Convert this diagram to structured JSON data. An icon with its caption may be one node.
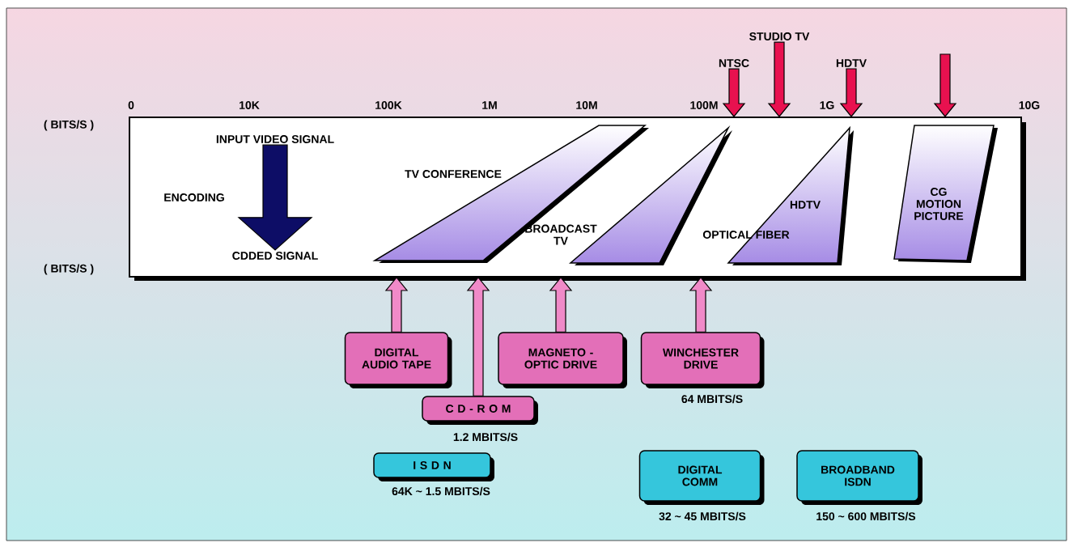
{
  "diagram": {
    "nodes": [
      {
        "text": [
          "NTSC"
        ]
      },
      {
        "text": [
          "STUDIO TV"
        ]
      },
      {
        "text": [
          "HDTV"
        ]
      },
      {
        "text": [],
        "shape": "box"
      },
      {
        "text": [
          "INPUT VIDEO SIGNAL"
        ],
        "in": 3
      },
      {
        "text": [
          "CDDED SIGNAL"
        ],
        "in": 3
      },
      {
        "text": [
          "TV CONFERENCE"
        ],
        "in": 3
      },
      {
        "text": [
          "BROADCAST TV"
        ],
        "in": 3
      },
      {
        "text": [
          "HDTV",
          "OPTICAL FIBER"
        ],
        "in": 3
      },
      {
        "text": [
          "CG MOTION PICTURE"
        ],
        "in": 3
      },
      {
        "text": [
          "DIGITAL AUDIO TAPE"
        ]
      },
      {
        "text": [
          "MAGNETO - OPTIC DRIVE"
        ]
      },
      {
        "text": [
          "WINCHESTER DRIVE"
        ],
        "beside": [
          "64 MBITS/S"
        ]
      },
      {
        "text": [
          "C D - R O M"
        ],
        "beside": [
          "1.2 MBITS/S"
        ]
      },
      {
        "text": [
          "I S D N"
        ],
        "beside": [
          "64K ~ 1.5 MBITS/S"
        ]
      },
      {
        "text": [
          "DIGITAL COMM"
        ],
        "beside": [
          "32 ~ 45 MBITS/S"
        ]
      },
      {
        "text": [
          "BROADBAND ISDN"
        ],
        "beside": [
          "150 ~ 600 MBITS/S"
        ]
      }
    ],
    "edges": [
      {
        "from": 0,
        "to": 3,
        "arrow": "to",
        "color": "#e8114f"
      },
      {
        "from": 1,
        "to": 3,
        "arrow": "to",
        "color": "#e8114f"
      },
      {
        "from": 2,
        "to": 3,
        "arrow": "to",
        "color": "#e8114f"
      },
      {
        "from": null,
        "to": 3,
        "arrow": "to",
        "color": "#e8114f"
      },
      {
        "from": 4,
        "to": 5,
        "label": "ENCODING",
        "arrow": "to",
        "style": "thick",
        "color": "#0d0d66"
      },
      {
        "from": 10,
        "to": 3,
        "arrow": "to",
        "color": "#f08ac8"
      },
      {
        "from": 13,
        "to": 3,
        "arrow": "to",
        "color": "#f08ac8"
      },
      {
        "from": 11,
        "to": 3,
        "arrow": "to",
        "color": "#f08ac8"
      },
      {
        "from": 12,
        "to": 3,
        "arrow": "to",
        "color": "#f08ac8"
      }
    ],
    "labels": [
      "0",
      "10K",
      "100K",
      "1M",
      "10M",
      "100M",
      "1G",
      "10G",
      "( BITS/S )",
      "( BITS/S )"
    ]
  }
}
